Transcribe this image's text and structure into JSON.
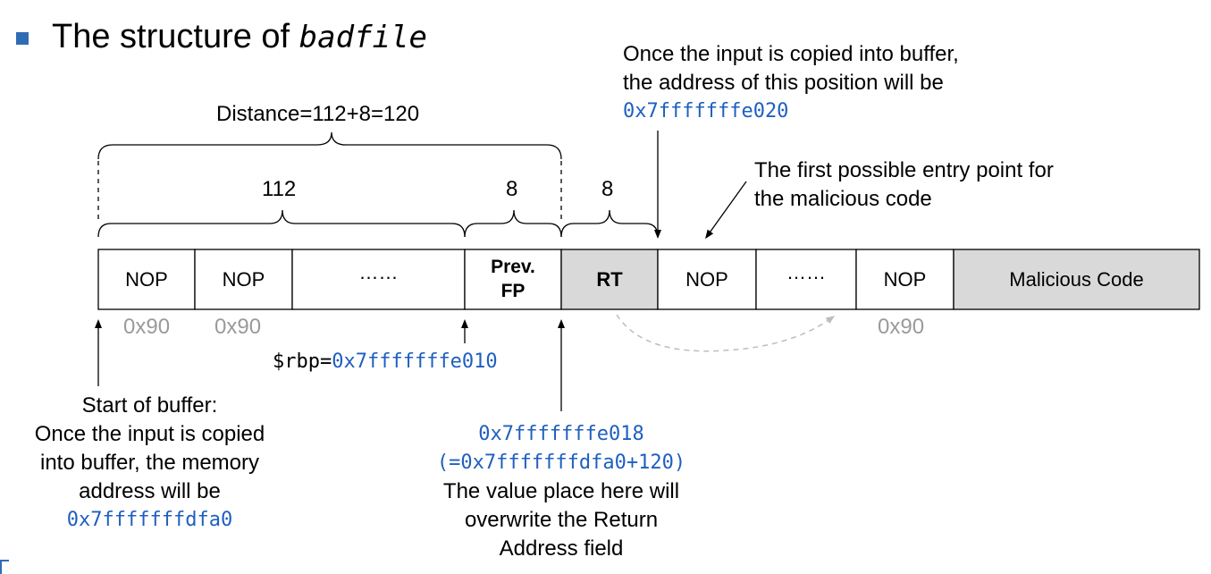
{
  "title": {
    "prefix": "The structure of ",
    "emphasis": "badfile"
  },
  "distance_label": "Distance=112+8=120",
  "segment_labels": {
    "s112": "112",
    "s8a": "8",
    "s8b": "8"
  },
  "cells": [
    {
      "label": "NOP",
      "shaded": false,
      "bold": false
    },
    {
      "label": "NOP",
      "shaded": false,
      "bold": false
    },
    {
      "label": "……",
      "shaded": false,
      "bold": false
    },
    {
      "label": "Prev.",
      "label2": "FP",
      "shaded": false,
      "bold": true
    },
    {
      "label": "RT",
      "shaded": true,
      "bold": true
    },
    {
      "label": "NOP",
      "shaded": false,
      "bold": false
    },
    {
      "label": "……",
      "shaded": false,
      "bold": false
    },
    {
      "label": "NOP",
      "shaded": false,
      "bold": false
    },
    {
      "label": "Malicious Code",
      "shaded": true,
      "bold": false
    }
  ],
  "hex_under": {
    "a": "0x90",
    "b": "0x90",
    "c": "0x90"
  },
  "rbp": {
    "prefix": "$rbp=",
    "value": "0x7fffffffe010"
  },
  "top_right_note": {
    "line1": "Once the input is copied into buffer,",
    "line2": "the address of this position will be",
    "addr": "0x7fffffffe020"
  },
  "entry_note": {
    "line1": "The first possible entry point for",
    "line2": "the malicious code"
  },
  "start_note": {
    "line1": "Start of buffer:",
    "line2": "Once the input is copied",
    "line3": "into buffer, the memory",
    "line4": "address will be",
    "addr": "0x7fffffffdfa0"
  },
  "ret_note": {
    "addr1": "0x7fffffffe018",
    "addr2": "(=0x7fffffffdfa0+120)",
    "line1": "The value place here will",
    "line2": "overwrite the Return",
    "line3": "Address field"
  },
  "colors": {
    "accent": "#1f5fbf",
    "shade": "#d9d9d9",
    "gray_text": "#9a9a9a",
    "bullet": "#2e6db5"
  }
}
